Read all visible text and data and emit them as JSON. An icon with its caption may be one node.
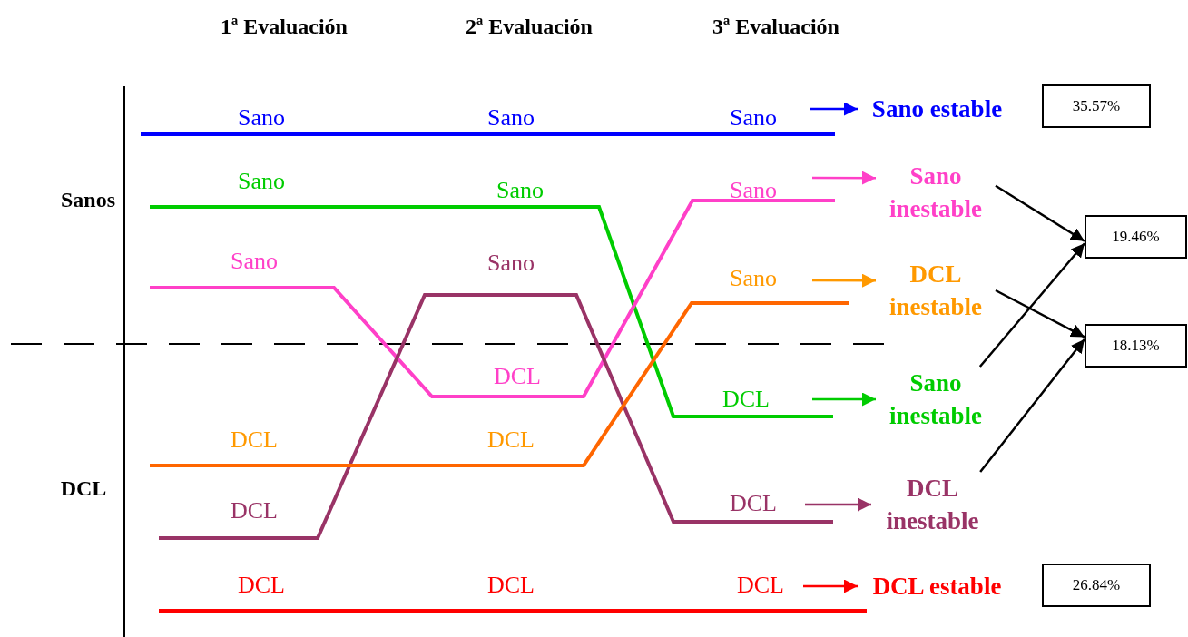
{
  "diagram": {
    "nodes": [
      {
        "text": [
          "Sano estable"
        ]
      },
      {
        "text": [
          "35.57%"
        ]
      },
      {
        "text": [
          "Sano inestable"
        ]
      },
      {
        "text": [
          "19.46%"
        ]
      },
      {
        "text": [
          "DCL inestable"
        ]
      },
      {
        "text": [
          "18.13%"
        ]
      },
      {
        "text": [
          "Sano inestable"
        ]
      },
      {
        "text": [
          "DCL inestable"
        ]
      },
      {
        "text": [
          "DCL estable"
        ]
      },
      {
        "text": [
          "26.84%"
        ]
      }
    ],
    "edges": [
      {
        "from": null,
        "to": 0,
        "arrow": "to",
        "color": "#0000ff"
      },
      {
        "from": null,
        "to": 2,
        "arrow": "to",
        "color": "#ff40c8"
      },
      {
        "from": null,
        "to": 4,
        "arrow": "to",
        "color": "#ff9900"
      },
      {
        "from": null,
        "to": 6,
        "arrow": "to",
        "color": "#00cc00"
      },
      {
        "from": null,
        "to": 7,
        "arrow": "to",
        "color": "#993366"
      },
      {
        "from": null,
        "to": 8,
        "arrow": "to",
        "color": "#ff0000"
      },
      {
        "from": 2,
        "to": 3,
        "arrow": "to"
      },
      {
        "from": 4,
        "to": 5,
        "arrow": "to"
      },
      {
        "from": 6,
        "to": 3,
        "arrow": "to"
      },
      {
        "from": 7,
        "to": 5,
        "arrow": "to"
      }
    ],
    "labels": [
      "1ª Evaluación",
      "2ª Evaluación",
      "3ª Evaluación",
      "Sano",
      "Sano",
      "Sano",
      "Sano",
      "Sano",
      "Sano",
      "Sanos",
      "Sano",
      "Sano",
      "Sano",
      "DCL",
      "DCL",
      "DCL",
      "DCL",
      "DCL",
      "DCL",
      "DCL",
      "DCL",
      "DCL",
      "DCL"
    ]
  }
}
